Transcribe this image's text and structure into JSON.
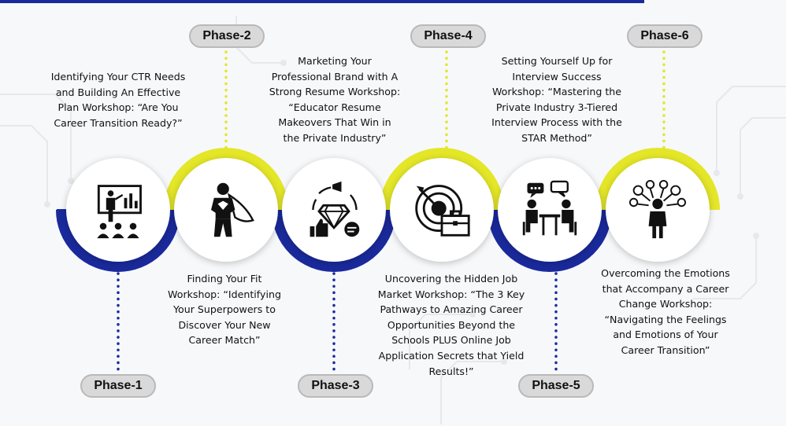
{
  "colors": {
    "yellow": "#e4e628",
    "blue": "#1a2a9c",
    "pill": "#d9d9d9"
  },
  "phases": [
    {
      "label": "Phase-1",
      "icon": "presentation-icon",
      "lines": [
        "Identifying Your CTR Needs",
        "and Building An Effective",
        "Plan Workshop: “Are You",
        "Career Transition Ready?”"
      ]
    },
    {
      "label": "Phase-2",
      "icon": "superhero-icon",
      "lines": [
        "Finding Your Fit",
        "Workshop: “Identifying",
        "Your Superpowers to",
        "Discover Your New",
        "Career Match”"
      ]
    },
    {
      "label": "Phase-3",
      "icon": "diamond-brand-icon",
      "lines": [
        "Marketing Your",
        "Professional Brand with A",
        "Strong Resume Workshop:",
        "“Educator Resume",
        "Makeovers That Win in",
        "the Private Industry”"
      ]
    },
    {
      "label": "Phase-4",
      "icon": "target-briefcase-icon",
      "lines": [
        "Uncovering the Hidden Job",
        "Market Workshop: “The 3 Key",
        "Pathways to Amazing Career",
        "Opportunities Beyond the",
        "Schools PLUS Online Job",
        "Application Secrets that Yield",
        "Results!”"
      ]
    },
    {
      "label": "Phase-5",
      "icon": "interview-icon",
      "lines": [
        "Setting Yourself Up for",
        "Interview Success",
        "Workshop: “Mastering the",
        "Private Industry 3-Tiered",
        "Interview Process with the",
        "STAR Method”"
      ]
    },
    {
      "label": "Phase-6",
      "icon": "emotions-person-icon",
      "lines": [
        "Overcoming the Emotions",
        "that Accompany a Career",
        "Change Workshop:",
        "“Navigating the Feelings",
        "and Emotions of Your",
        "Career Transition”"
      ]
    }
  ]
}
